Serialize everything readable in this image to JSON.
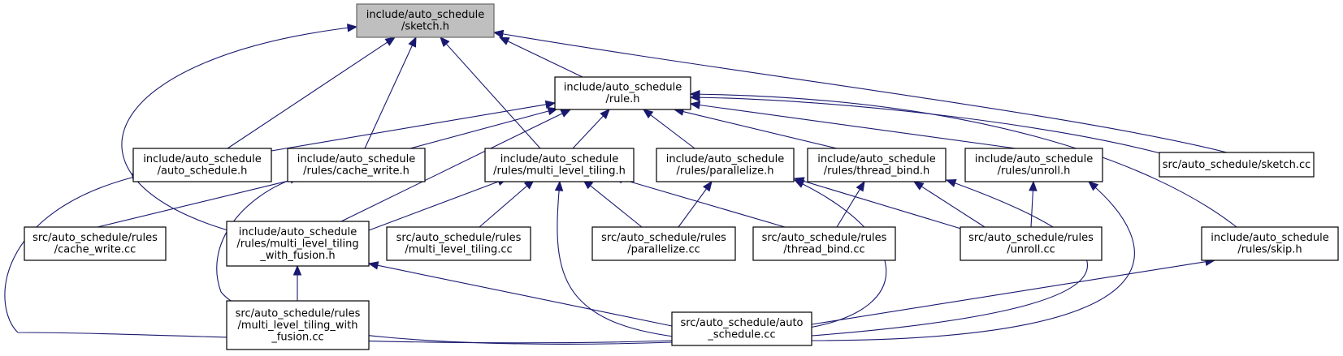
{
  "nodes": [
    {
      "id": "sketch_h",
      "lines": [
        "include/auto_schedule",
        "/sketch.h"
      ],
      "root": true
    },
    {
      "id": "rule_h",
      "lines": [
        "include/auto_schedule",
        "/rule.h"
      ]
    },
    {
      "id": "auto_schedule_h",
      "lines": [
        "include/auto_schedule",
        "/auto_schedule.h"
      ]
    },
    {
      "id": "cache_write_h",
      "lines": [
        "include/auto_schedule",
        "/rules/cache_write.h"
      ]
    },
    {
      "id": "multi_level_tiling_h",
      "lines": [
        "include/auto_schedule",
        "/rules/multi_level_tiling.h"
      ]
    },
    {
      "id": "parallelize_h",
      "lines": [
        "include/auto_schedule",
        "/rules/parallelize.h"
      ]
    },
    {
      "id": "thread_bind_h",
      "lines": [
        "include/auto_schedule",
        "/rules/thread_bind.h"
      ]
    },
    {
      "id": "unroll_h",
      "lines": [
        "include/auto_schedule",
        "/rules/unroll.h"
      ]
    },
    {
      "id": "sketch_cc",
      "lines": [
        "src/auto_schedule/sketch.cc"
      ]
    },
    {
      "id": "cache_write_cc",
      "lines": [
        "src/auto_schedule/rules",
        "/cache_write.cc"
      ]
    },
    {
      "id": "mlt_fusion_h",
      "lines": [
        "include/auto_schedule",
        "/rules/multi_level_tiling",
        "_with_fusion.h"
      ]
    },
    {
      "id": "multi_level_tiling_cc",
      "lines": [
        "src/auto_schedule/rules",
        "/multi_level_tiling.cc"
      ]
    },
    {
      "id": "parallelize_cc",
      "lines": [
        "src/auto_schedule/rules",
        "/parallelize.cc"
      ]
    },
    {
      "id": "thread_bind_cc",
      "lines": [
        "src/auto_schedule/rules",
        "/thread_bind.cc"
      ]
    },
    {
      "id": "unroll_cc",
      "lines": [
        "src/auto_schedule/rules",
        "/unroll.cc"
      ]
    },
    {
      "id": "skip_h",
      "lines": [
        "include/auto_schedule",
        "/rules/skip.h"
      ]
    },
    {
      "id": "mlt_fusion_cc",
      "lines": [
        "src/auto_schedule/rules",
        "/multi_level_tiling_with",
        "_fusion.cc"
      ]
    },
    {
      "id": "auto_schedule_cc",
      "lines": [
        "src/auto_schedule/auto",
        "_schedule.cc"
      ]
    }
  ],
  "edges": [
    {
      "from": "rule_h",
      "to": "sketch_h"
    },
    {
      "from": "auto_schedule_h",
      "to": "sketch_h"
    },
    {
      "from": "cache_write_h",
      "to": "sketch_h"
    },
    {
      "from": "multi_level_tiling_h",
      "to": "sketch_h"
    },
    {
      "from": "mlt_fusion_h",
      "to": "sketch_h"
    },
    {
      "from": "sketch_cc",
      "to": "sketch_h"
    },
    {
      "from": "auto_schedule_h",
      "to": "rule_h"
    },
    {
      "from": "cache_write_h",
      "to": "rule_h"
    },
    {
      "from": "multi_level_tiling_h",
      "to": "rule_h"
    },
    {
      "from": "mlt_fusion_h",
      "to": "rule_h"
    },
    {
      "from": "parallelize_h",
      "to": "rule_h"
    },
    {
      "from": "thread_bind_h",
      "to": "rule_h"
    },
    {
      "from": "unroll_h",
      "to": "rule_h"
    },
    {
      "from": "sketch_cc",
      "to": "rule_h"
    },
    {
      "from": "skip_h",
      "to": "rule_h"
    },
    {
      "from": "auto_schedule_cc",
      "to": "auto_schedule_h"
    },
    {
      "from": "cache_write_cc",
      "to": "cache_write_h"
    },
    {
      "from": "auto_schedule_cc",
      "to": "cache_write_h"
    },
    {
      "from": "mlt_fusion_h",
      "to": "multi_level_tiling_h"
    },
    {
      "from": "multi_level_tiling_cc",
      "to": "multi_level_tiling_h"
    },
    {
      "from": "parallelize_cc",
      "to": "multi_level_tiling_h"
    },
    {
      "from": "thread_bind_cc",
      "to": "multi_level_tiling_h"
    },
    {
      "from": "auto_schedule_cc",
      "to": "multi_level_tiling_h"
    },
    {
      "from": "parallelize_cc",
      "to": "parallelize_h"
    },
    {
      "from": "unroll_cc",
      "to": "parallelize_h"
    },
    {
      "from": "auto_schedule_cc",
      "to": "parallelize_h"
    },
    {
      "from": "thread_bind_cc",
      "to": "thread_bind_h"
    },
    {
      "from": "unroll_cc",
      "to": "thread_bind_h"
    },
    {
      "from": "auto_schedule_cc",
      "to": "thread_bind_h"
    },
    {
      "from": "unroll_cc",
      "to": "unroll_h"
    },
    {
      "from": "auto_schedule_cc",
      "to": "unroll_h"
    },
    {
      "from": "mlt_fusion_cc",
      "to": "mlt_fusion_h"
    },
    {
      "from": "auto_schedule_cc",
      "to": "mlt_fusion_h"
    },
    {
      "from": "auto_schedule_cc",
      "to": "skip_h"
    }
  ],
  "colors": {
    "edge": "#191970",
    "root_fill": "#bfbfbf",
    "node_fill": "#ffffff"
  }
}
